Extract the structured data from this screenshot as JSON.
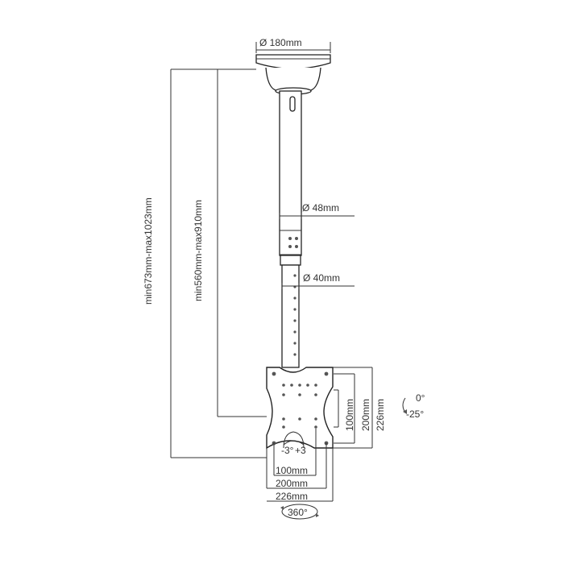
{
  "labels": {
    "base_diameter": "Ø 180mm",
    "outer_tube_diameter": "Ø 48mm",
    "inner_tube_diameter": "Ø 40mm",
    "total_height_range": "min673mm-max1023mm",
    "pole_height_range": "min560mm-max910mm",
    "vesa_v_100": "100mm",
    "vesa_v_200": "200mm",
    "vesa_v_226": "226mm",
    "vesa_h_100": "100mm",
    "vesa_h_200": "200mm",
    "vesa_h_226": "226mm",
    "tilt_top": "0°",
    "tilt_bottom": "-25°",
    "swivel_left": "-3°",
    "swivel_right": "+3",
    "rotation": "360°"
  },
  "colors": {
    "line": "#333333",
    "text": "#333333",
    "background": "#ffffff"
  },
  "icons": {
    "tilt_arrow": "curved-arrow-icon",
    "rotation_arrow": "circular-arrow-icon"
  }
}
